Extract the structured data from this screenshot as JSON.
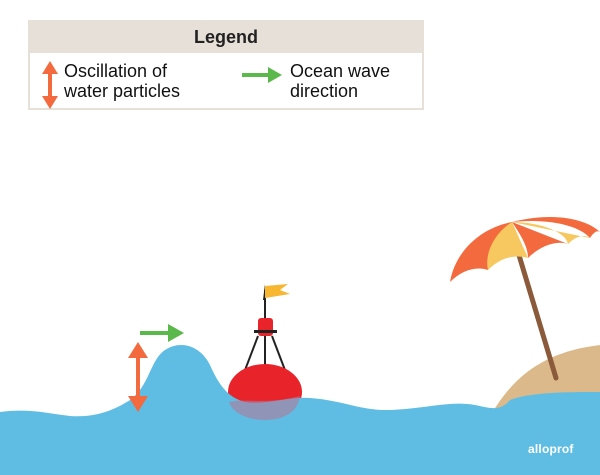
{
  "legend": {
    "title": "Legend",
    "items": [
      {
        "label": "Oscillation of\nwater particles",
        "icon": "double-arrow-icon",
        "color": "#f26a3d"
      },
      {
        "label": "Ocean wave\ndirection",
        "icon": "right-arrow-icon",
        "color": "#5bb84a"
      }
    ]
  },
  "colors": {
    "water": "#5fbde3",
    "sand": "#dcb98a",
    "buoy": "#e8242a",
    "flag": "#f7b731",
    "umbrella_orange": "#f26a3d",
    "umbrella_yellow": "#f6c85f",
    "pole": "#8a5a3b"
  },
  "brand": "alloprof"
}
